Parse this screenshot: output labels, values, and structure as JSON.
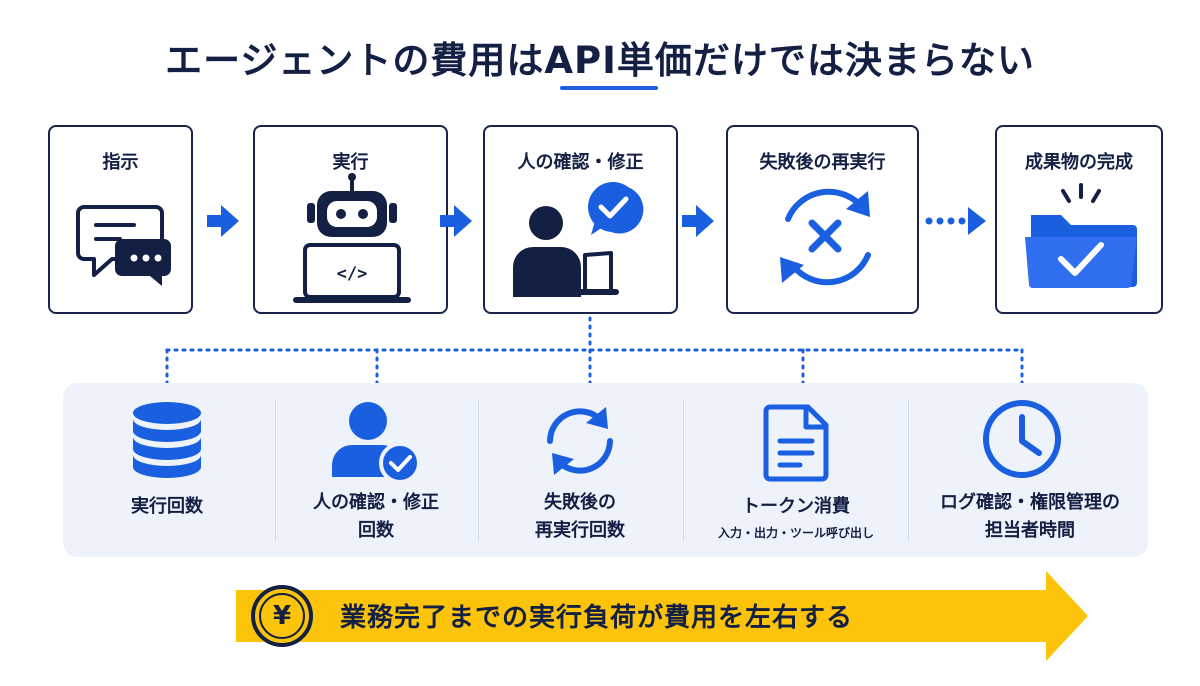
{
  "title": "エージェントの費用はAPI単価だけでは決まらない",
  "colors": {
    "navy": "#142043",
    "blue": "#1a5fe0",
    "panel": "#eef2fb",
    "yellow": "#fbc30a"
  },
  "steps": [
    {
      "label": "指示",
      "icon": "chat-bubbles-icon"
    },
    {
      "label": "実行",
      "icon": "robot-laptop-icon"
    },
    {
      "label": "人の確認・修正",
      "icon": "person-check-icon"
    },
    {
      "label": "失敗後の再実行",
      "icon": "retry-x-icon"
    },
    {
      "label": "成果物の完成",
      "icon": "folder-check-icon"
    }
  ],
  "factors": [
    {
      "label": "実行回数",
      "sub": "",
      "icon": "database-icon"
    },
    {
      "label": "人の確認・修正\n回数",
      "sub": "",
      "icon": "user-check-icon"
    },
    {
      "label": "失敗後の\n再実行回数",
      "sub": "",
      "icon": "refresh-icon"
    },
    {
      "label": "トークン消費",
      "sub": "入力・出力・ツール呼び出し",
      "icon": "document-icon"
    },
    {
      "label": "ログ確認・権限管理の\n担当者時間",
      "sub": "",
      "icon": "clock-icon"
    }
  ],
  "banner": {
    "symbol": "¥",
    "text": "業務完了までの実行負荷が費用を左右する"
  }
}
